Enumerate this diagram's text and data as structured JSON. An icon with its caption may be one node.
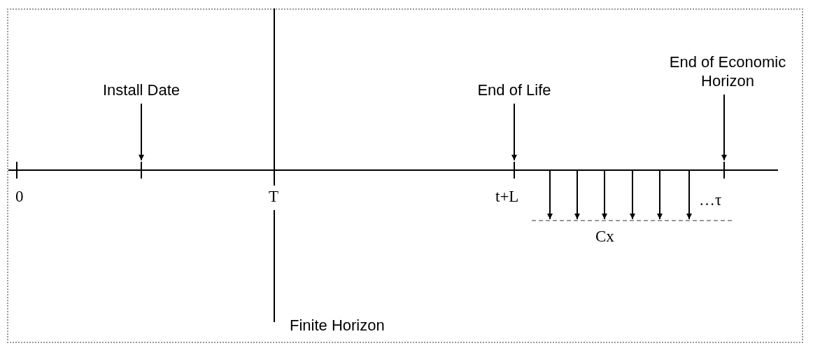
{
  "diagram": {
    "nodes": [
      {
        "text": [
          "Install Date"
        ]
      },
      {
        "text": [
          "End of Life"
        ]
      },
      {
        "text": [
          "End of Economic Horizon"
        ]
      }
    ],
    "edges": [
      {
        "from": 0,
        "to": null,
        "arrow": "to"
      },
      {
        "from": 1,
        "to": null,
        "arrow": "to"
      },
      {
        "from": 2,
        "to": null,
        "arrow": "to"
      }
    ],
    "labels": [
      "0",
      "T",
      "t+L",
      "…τ",
      "Cx",
      "Finite Horizon"
    ]
  }
}
